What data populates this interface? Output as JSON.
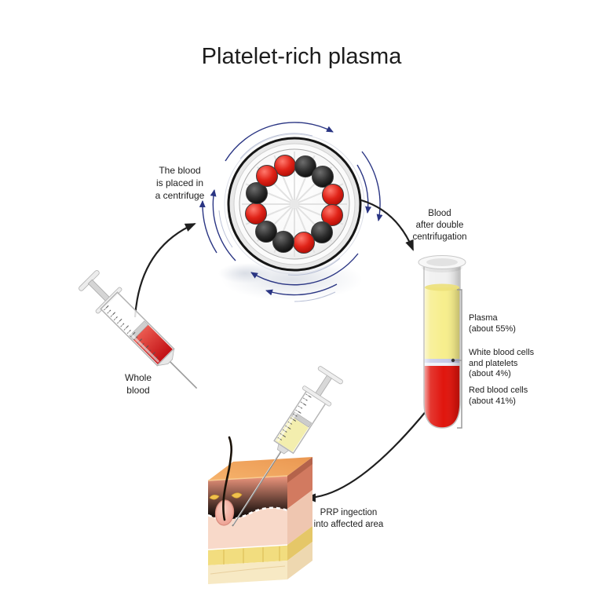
{
  "title": "Platelet-rich plasma",
  "labels": {
    "step_centrifuge": {
      "lines": [
        "The blood",
        "is placed in",
        "a centrifuge"
      ]
    },
    "whole_blood": {
      "lines": [
        "Whole",
        "blood"
      ]
    },
    "after_centrifugation": {
      "lines": [
        "Blood",
        "after double",
        "centrifugation"
      ]
    },
    "injection": {
      "lines": [
        "PRP ingection",
        "into affected area"
      ]
    }
  },
  "tube": {
    "layers": [
      {
        "name": "Plasma",
        "amount": "(about 55%)",
        "percent": 55,
        "color": "#f7ee8c"
      },
      {
        "name": "White blood cells and platelets",
        "amount": "(about 4%)",
        "percent": 4,
        "color": "#c6cbe9"
      },
      {
        "name": "Red blood cells",
        "amount": "(about 41%)",
        "percent": 41,
        "color": "#e0150d"
      }
    ],
    "label_blocks": [
      {
        "lines": [
          "Plasma",
          "(about 55%)"
        ]
      },
      {
        "lines": [
          "White blood cells",
          "and platelets",
          "(about 4%)"
        ]
      },
      {
        "lines": [
          "Red blood cells",
          "(about 41%)"
        ]
      }
    ]
  },
  "centrifuge": {
    "slots": [
      "red",
      "black",
      "black",
      "red",
      "red",
      "black",
      "red",
      "black",
      "black",
      "red",
      "black",
      "red"
    ],
    "start_angle_deg": -14,
    "step_deg": 30,
    "red_color": "#d6150f",
    "black_color": "#1e1e1e"
  },
  "colors": {
    "text": "#1d1d1d",
    "flow_arrow": "#1f1f1f",
    "rotation_arrow": "#2a3583",
    "plasma_yellow": "#f7ee8c",
    "buffy_coat": "#c6cbe9",
    "red_blood": "#e0150d",
    "prp_liquid": "#f3eeae",
    "skin_top": "#f2a95f",
    "skin_epidermis": "#ee8e74",
    "skin_dermis": "#f8d9c9",
    "skin_fat": "#f2dd7f"
  }
}
